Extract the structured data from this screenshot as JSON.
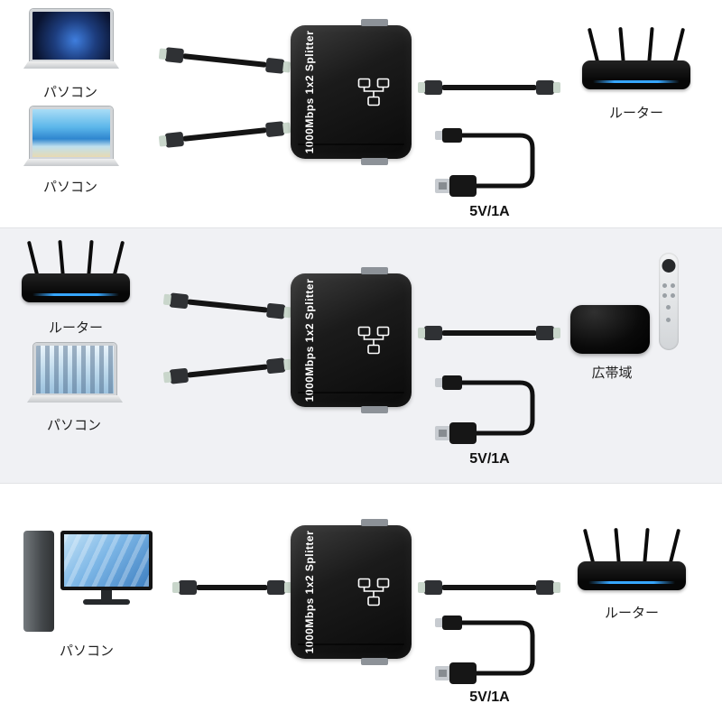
{
  "colors": {
    "band_bg": "#f0f1f4",
    "router_glow_blue": "#36a6ff",
    "splitter_body": "#141414"
  },
  "sections": [
    {
      "devices_left": [
        {
          "kind": "laptop",
          "label": "パソコン"
        },
        {
          "kind": "laptop",
          "label": "パソコン"
        }
      ],
      "splitter_label": "1000Mbps 1x2 Splitter",
      "power_label": "5V/1A",
      "devices_right": [
        {
          "kind": "router",
          "label": "ルーター"
        }
      ]
    },
    {
      "devices_left": [
        {
          "kind": "router",
          "label": "ルーター"
        },
        {
          "kind": "laptop",
          "label": "パソコン"
        }
      ],
      "splitter_label": "1000Mbps 1x2 Splitter",
      "power_label": "5V/1A",
      "devices_right": [
        {
          "kind": "apple-tv-with-remote",
          "label": "広帯域"
        }
      ]
    },
    {
      "devices_left": [
        {
          "kind": "desktop-pc",
          "label": "パソコン"
        }
      ],
      "splitter_label": "1000Mbps 1x2 Splitter",
      "power_label": "5V/1A",
      "devices_right": [
        {
          "kind": "router",
          "label": "ルーター"
        }
      ]
    }
  ]
}
